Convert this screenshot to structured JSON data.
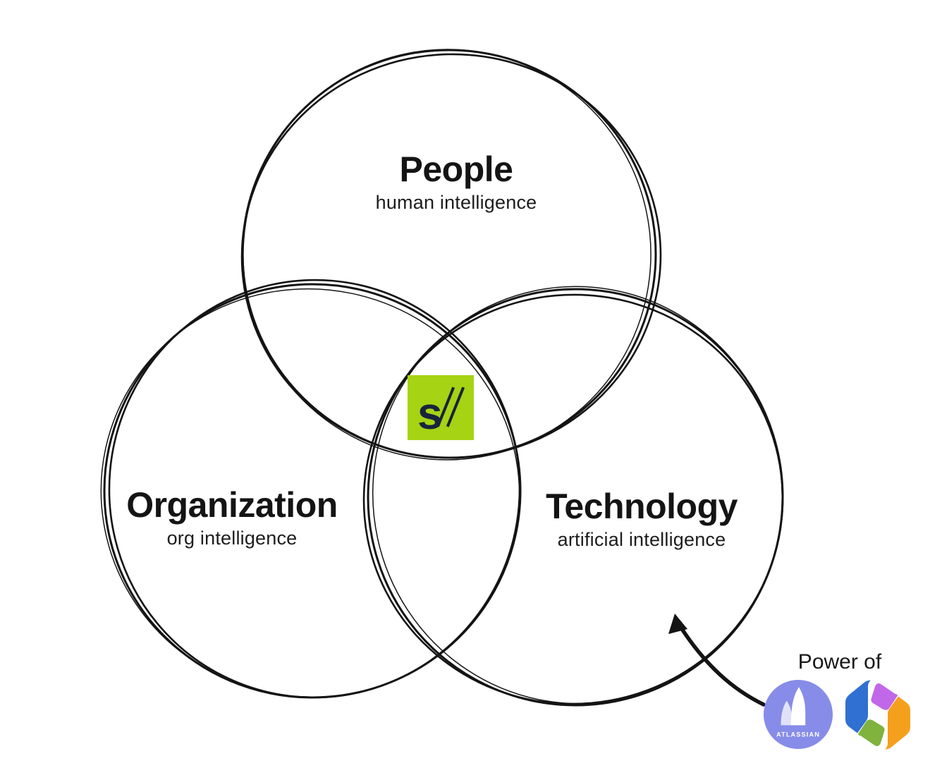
{
  "diagram": {
    "type": "venn",
    "background": "#ffffff",
    "ink_color": "#141414",
    "circles": [
      {
        "id": "people",
        "title": "People",
        "subtitle": "human intelligence"
      },
      {
        "id": "organization",
        "title": "Organization",
        "subtitle": "org intelligence"
      },
      {
        "id": "technology",
        "title": "Technology",
        "subtitle": "artificial intelligence"
      }
    ],
    "center_logo": {
      "label": "s//",
      "letter": "s",
      "slashes": "//",
      "background_color": "#a6d313",
      "ink_color": "#19233d"
    },
    "annotation": {
      "label": "Power of",
      "arrow_points_to": "technology",
      "logos": [
        {
          "name": "atlassian",
          "text": "ATLASSIAN",
          "circle_color": "#878ce8"
        },
        {
          "name": "hexagon-logo",
          "colors": {
            "blue": "#2f70d2",
            "purple": "#c168e8",
            "orange": "#f5a01d",
            "green": "#7fb33d"
          }
        }
      ]
    }
  }
}
